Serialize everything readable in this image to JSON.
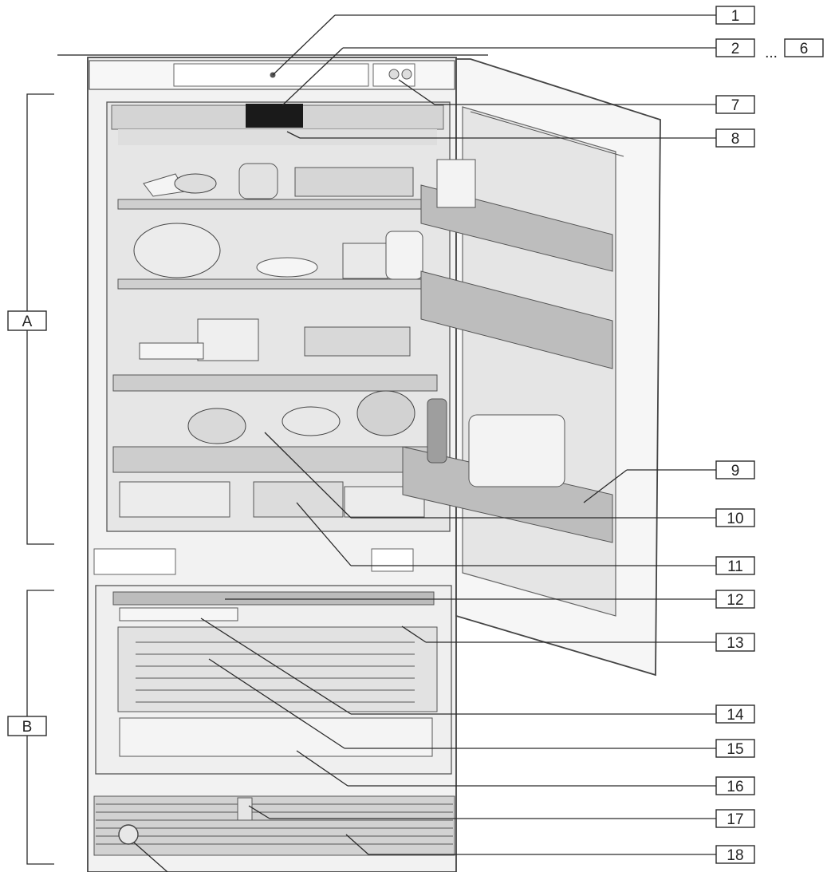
{
  "callouts": {
    "c1": "1",
    "c2": "2",
    "c2_range": "...",
    "c6": "6",
    "c7": "7",
    "c8": "8",
    "c9": "9",
    "c10": "10",
    "c11": "11",
    "c12": "12",
    "c13": "13",
    "c14": "14",
    "c15": "15",
    "c16": "16",
    "c17": "17",
    "c18": "18",
    "zoneA": "A",
    "zoneB": "B"
  },
  "colors": {
    "cabinet": "#f1f1f1",
    "interior": "#e4e4e4",
    "shelf": "#d8d8d8",
    "door_bin": "#bdbdbd",
    "display": "#1a1a1a",
    "drawer": "#e9e9e9",
    "grille": "#cfcfcf",
    "outline": "#444444"
  }
}
